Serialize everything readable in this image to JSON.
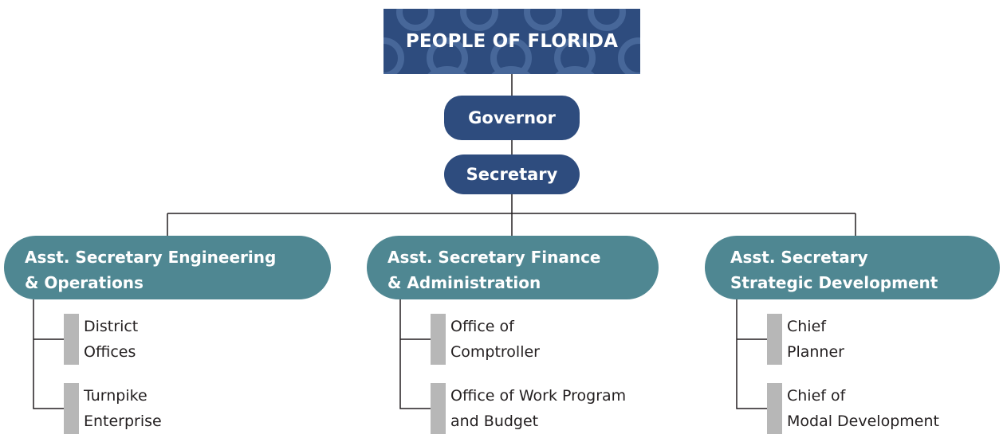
{
  "top": {
    "title": "PEOPLE OF FLORIDA"
  },
  "governor": {
    "label": "Governor"
  },
  "secretary": {
    "label": "Secretary"
  },
  "branches": [
    {
      "lines": [
        "Asst. Secretary Engineering",
        "& Operations"
      ],
      "offices": [
        {
          "lines": [
            "District",
            "Offices"
          ]
        },
        {
          "lines": [
            "Turnpike",
            "Enterprise"
          ]
        }
      ]
    },
    {
      "lines": [
        "Asst. Secretary Finance",
        "& Administration"
      ],
      "offices": [
        {
          "lines": [
            "Office of",
            "Comptroller"
          ]
        },
        {
          "lines": [
            "Office of Work Program",
            "and Budget"
          ]
        }
      ]
    },
    {
      "lines": [
        "Asst. Secretary",
        "Strategic Development"
      ],
      "offices": [
        {
          "lines": [
            "Chief",
            "Planner"
          ]
        },
        {
          "lines": [
            "Chief of",
            "Modal Development"
          ]
        }
      ]
    }
  ],
  "colors": {
    "navy": "#2e4c7e",
    "teal": "#4f8792",
    "gray_bar": "#b7b7b7",
    "line": "#231f20"
  }
}
